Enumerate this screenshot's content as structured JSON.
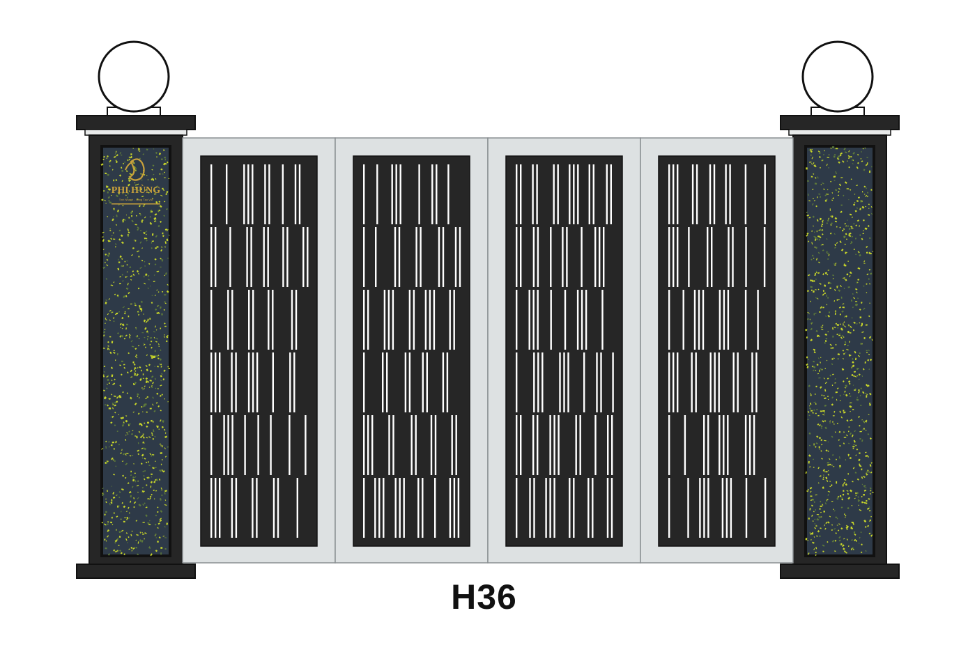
{
  "gate": {
    "model_label": "H36",
    "panel_count": 4,
    "brand": {
      "name": "PHI HÙNG",
      "tagline": "Tinh Nhanh - Sang Tạo Vút"
    }
  },
  "colors": {
    "frame_dark": "#262626",
    "panel_frame": "#dde1e2",
    "pillar_outline": "#111111",
    "stone_base": "#2e3a48",
    "stone_speck_yellow": "#c8d62a",
    "stone_speck_green": "#5e7a3a",
    "lamp_fill": "#ffffff",
    "bar_fill": "#ffffff",
    "gold": "#c9a13b"
  }
}
